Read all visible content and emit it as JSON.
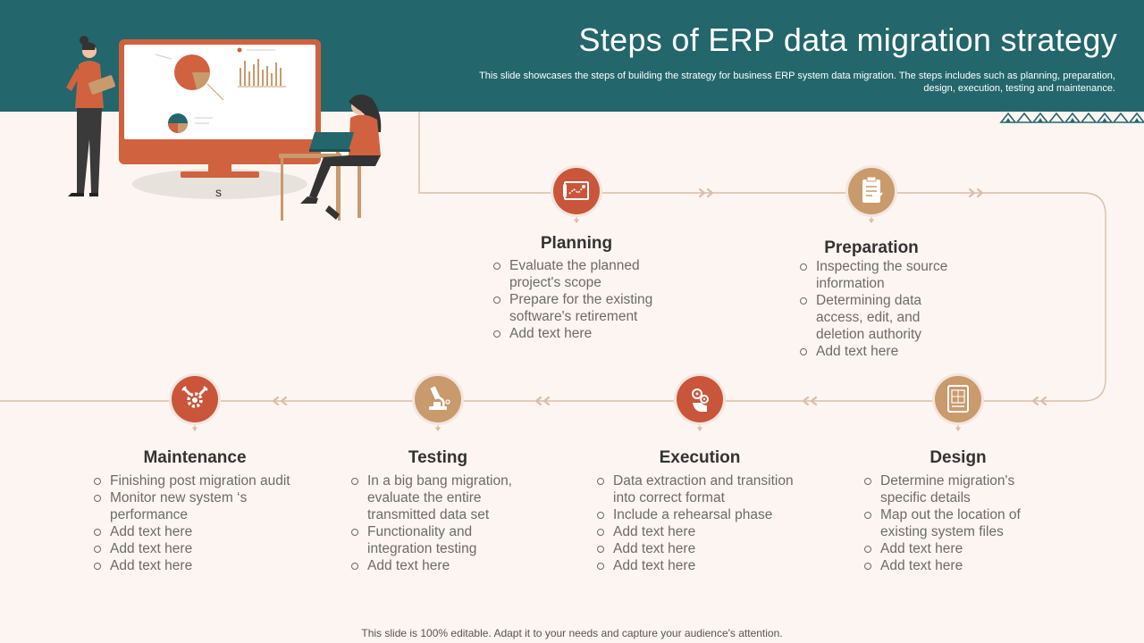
{
  "header": {
    "title": "Steps of ERP data migration strategy",
    "subtitle": "This slide showcases the steps of building the strategy for business ERP system data migration. The steps includes such as planning, preparation, design, execution, testing and maintenance."
  },
  "colors": {
    "header": "#23666c",
    "rust": "#c9563a",
    "tan": "#c89a6c",
    "line": "#d8bfa8",
    "background": "#fdf5f1"
  },
  "illustration": {
    "screen_label": "s"
  },
  "steps": [
    {
      "title": "Planning",
      "icon": "map-blueprint-icon",
      "items": [
        "Evaluate the planned project's scope",
        "Prepare for the existing software's retirement",
        "Add text here"
      ]
    },
    {
      "title": "Preparation",
      "icon": "clipboard-checklist-icon",
      "items": [
        "Inspecting the source information",
        "Determining data access, edit, and deletion authority",
        "Add text here"
      ]
    },
    {
      "title": "Design",
      "icon": "blueprint-document-icon",
      "items": [
        "Determine migration's specific details",
        "Map out the location of existing system files",
        "Add text here",
        "Add text here"
      ]
    },
    {
      "title": "Execution",
      "icon": "hand-gears-icon",
      "items": [
        "Data extraction and transition into correct format",
        "Include  a rehearsal phase",
        "Add text here",
        "Add text here",
        "Add text here"
      ]
    },
    {
      "title": "Testing",
      "icon": "microscope-icon",
      "items": [
        "In a big bang migration, evaluate the entire transmitted data set",
        "Functionality and integration testing",
        "Add text here"
      ]
    },
    {
      "title": "Maintenance",
      "icon": "gear-tools-icon",
      "items": [
        "Finishing post migration audit",
        "Monitor new system ‘s performance",
        "Add text here",
        "Add text here",
        "Add text here"
      ]
    }
  ],
  "footer": "This slide is 100% editable. Adapt it to your needs and capture your audience's attention."
}
